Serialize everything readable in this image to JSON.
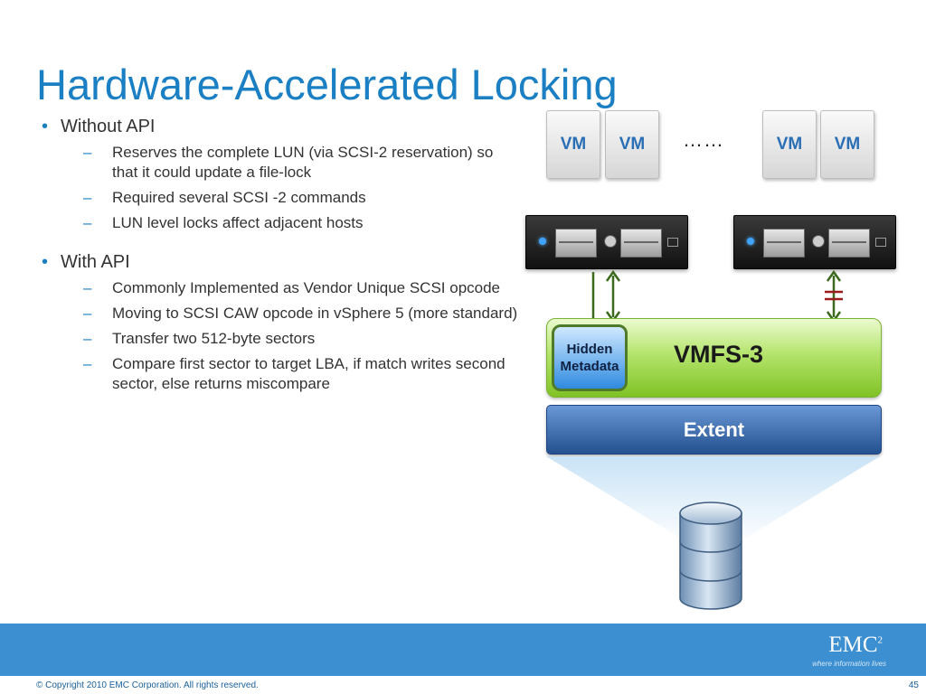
{
  "slide": {
    "title": "Hardware-Accelerated Locking",
    "bullets": [
      {
        "text": "Without API",
        "subs": [
          "Reserves the complete LUN (via SCSI-2 reservation) so that it could update a file-lock",
          "Required several SCSI -2 commands",
          "LUN level locks affect adjacent hosts"
        ]
      },
      {
        "text": "With API",
        "subs": [
          "Commonly Implemented as Vendor Unique SCSI opcode",
          "Moving to SCSI CAW opcode in vSphere 5 (more standard)",
          "Transfer two 512-byte sectors",
          "Compare first sector to target LBA, if match writes second sector, else returns miscompare"
        ]
      }
    ]
  },
  "diagram": {
    "vm_label": "VM",
    "ellipsis": "……",
    "vmfs_label": "VMFS-3",
    "hidden_metadata": [
      "Hidden",
      "Metadata"
    ],
    "extent_label": "Extent",
    "colors": {
      "title_blue": "#1b7fc4",
      "vmfs_green": "#8fce3a",
      "extent_blue": "#2f5fa6",
      "arrow_green": "#3b6a1f",
      "arrow_red": "#9b1c1c",
      "footer_blue": "#3c8fd0"
    }
  },
  "footer": {
    "logo": "EMC",
    "logo_sup": "2",
    "tagline": "where information lives",
    "copyright": "© Copyright 2010 EMC Corporation. All rights reserved.",
    "page": "45"
  }
}
